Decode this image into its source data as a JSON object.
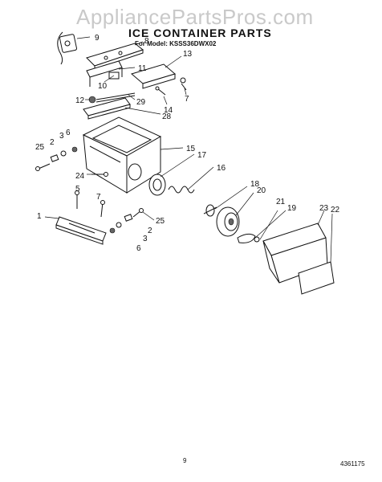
{
  "watermark": "AppliancePartsPros.com",
  "title": "ICE CONTAINER PARTS",
  "subtitle": "For Model: KSSS36DWX02",
  "callouts": [
    "9",
    "8",
    "11",
    "13",
    "10",
    "7",
    "12",
    "29",
    "14",
    "28",
    "6",
    "3",
    "2",
    "25",
    "15",
    "17",
    "24",
    "16",
    "5",
    "7",
    "18",
    "20",
    "1",
    "25",
    "19",
    "21",
    "23",
    "22",
    "2",
    "3",
    "6"
  ],
  "page_number": "9",
  "doc_number": "4361175",
  "icons": [
    "motor-icon",
    "cover-plate",
    "ice-container",
    "auger",
    "bucket-front"
  ]
}
